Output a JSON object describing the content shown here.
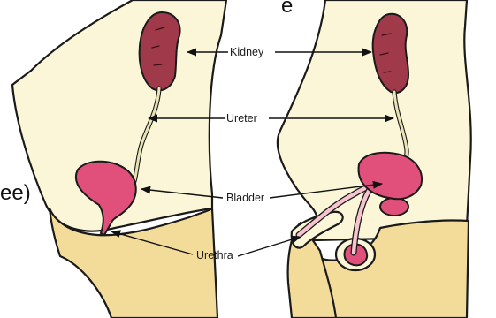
{
  "fragments": {
    "top_letter": "e",
    "side_text": "ee)"
  },
  "labels": {
    "kidney": "Kidney",
    "ureter": "Ureter",
    "bladder": "Bladder",
    "urethra": "Urethra"
  },
  "colors": {
    "kidney": "#a03a4a",
    "bladder": "#e0507a",
    "skin": "#fbf6d8",
    "thigh": "#f3dc9a"
  }
}
